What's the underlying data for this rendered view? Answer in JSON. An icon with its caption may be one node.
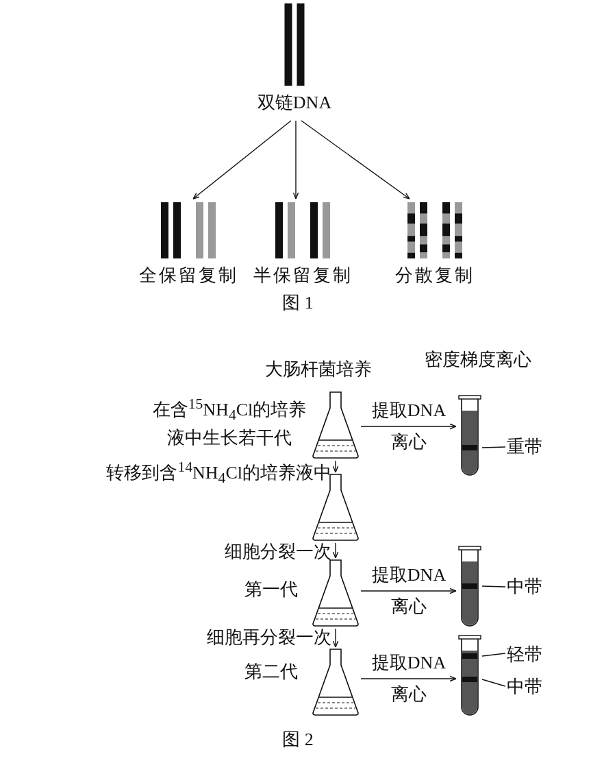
{
  "diagram": {
    "nodes": [
      {
        "text": [
          "双链DNA"
        ]
      },
      {
        "text": [
          "全保留复制"
        ]
      },
      {
        "text": [
          "半保留复制"
        ]
      },
      {
        "text": [
          "分散复制"
        ]
      },
      {
        "text": [],
        "shape": "picture",
        "beside": [
          "大肠杆菌培养",
          "在含$^{15}$NH$_{4}$Cl的培养液中生长若干代"
        ]
      },
      {
        "text": [],
        "shape": "picture"
      },
      {
        "text": [],
        "shape": "picture"
      },
      {
        "text": [],
        "shape": "picture",
        "beside": [
          "第一代"
        ]
      },
      {
        "text": [],
        "shape": "picture"
      },
      {
        "text": [],
        "shape": "picture",
        "beside": [
          "第二代"
        ]
      },
      {
        "text": [],
        "shape": "picture"
      },
      {
        "text": [
          "重带"
        ]
      },
      {
        "text": [
          "中带"
        ]
      },
      {
        "text": [
          "轻带"
        ]
      },
      {
        "text": [
          "中带"
        ]
      }
    ],
    "edges": [
      {
        "from": 0,
        "to": 1,
        "arrow": "to"
      },
      {
        "from": 0,
        "to": 2,
        "arrow": "to"
      },
      {
        "from": 0,
        "to": 3,
        "arrow": "to"
      },
      {
        "from": 4,
        "to": 5,
        "arrow": "to",
        "label": "提取DNA离心"
      },
      {
        "from": 4,
        "to": 6,
        "arrow": "to",
        "label": "转移到含$^{14}$NH$_{4}$Cl的培养液中"
      },
      {
        "from": 6,
        "to": 7,
        "arrow": "to",
        "label": "细胞分裂一次"
      },
      {
        "from": 7,
        "to": 8,
        "arrow": "to",
        "label": "提取DNA离心"
      },
      {
        "from": 7,
        "to": 9,
        "arrow": "to",
        "label": "细胞再分裂一次"
      },
      {
        "from": 9,
        "to": 10,
        "arrow": "to",
        "label": "提取DNA离心"
      },
      {
        "from": 11,
        "to": 5,
        "arrow": "none"
      },
      {
        "from": 12,
        "to": 8,
        "arrow": "none"
      },
      {
        "from": 13,
        "to": 10,
        "arrow": "none"
      },
      {
        "from": 14,
        "to": 10,
        "arrow": "none"
      }
    ],
    "labels": [
      "图 1",
      "密度梯度离心",
      "图 2"
    ]
  }
}
